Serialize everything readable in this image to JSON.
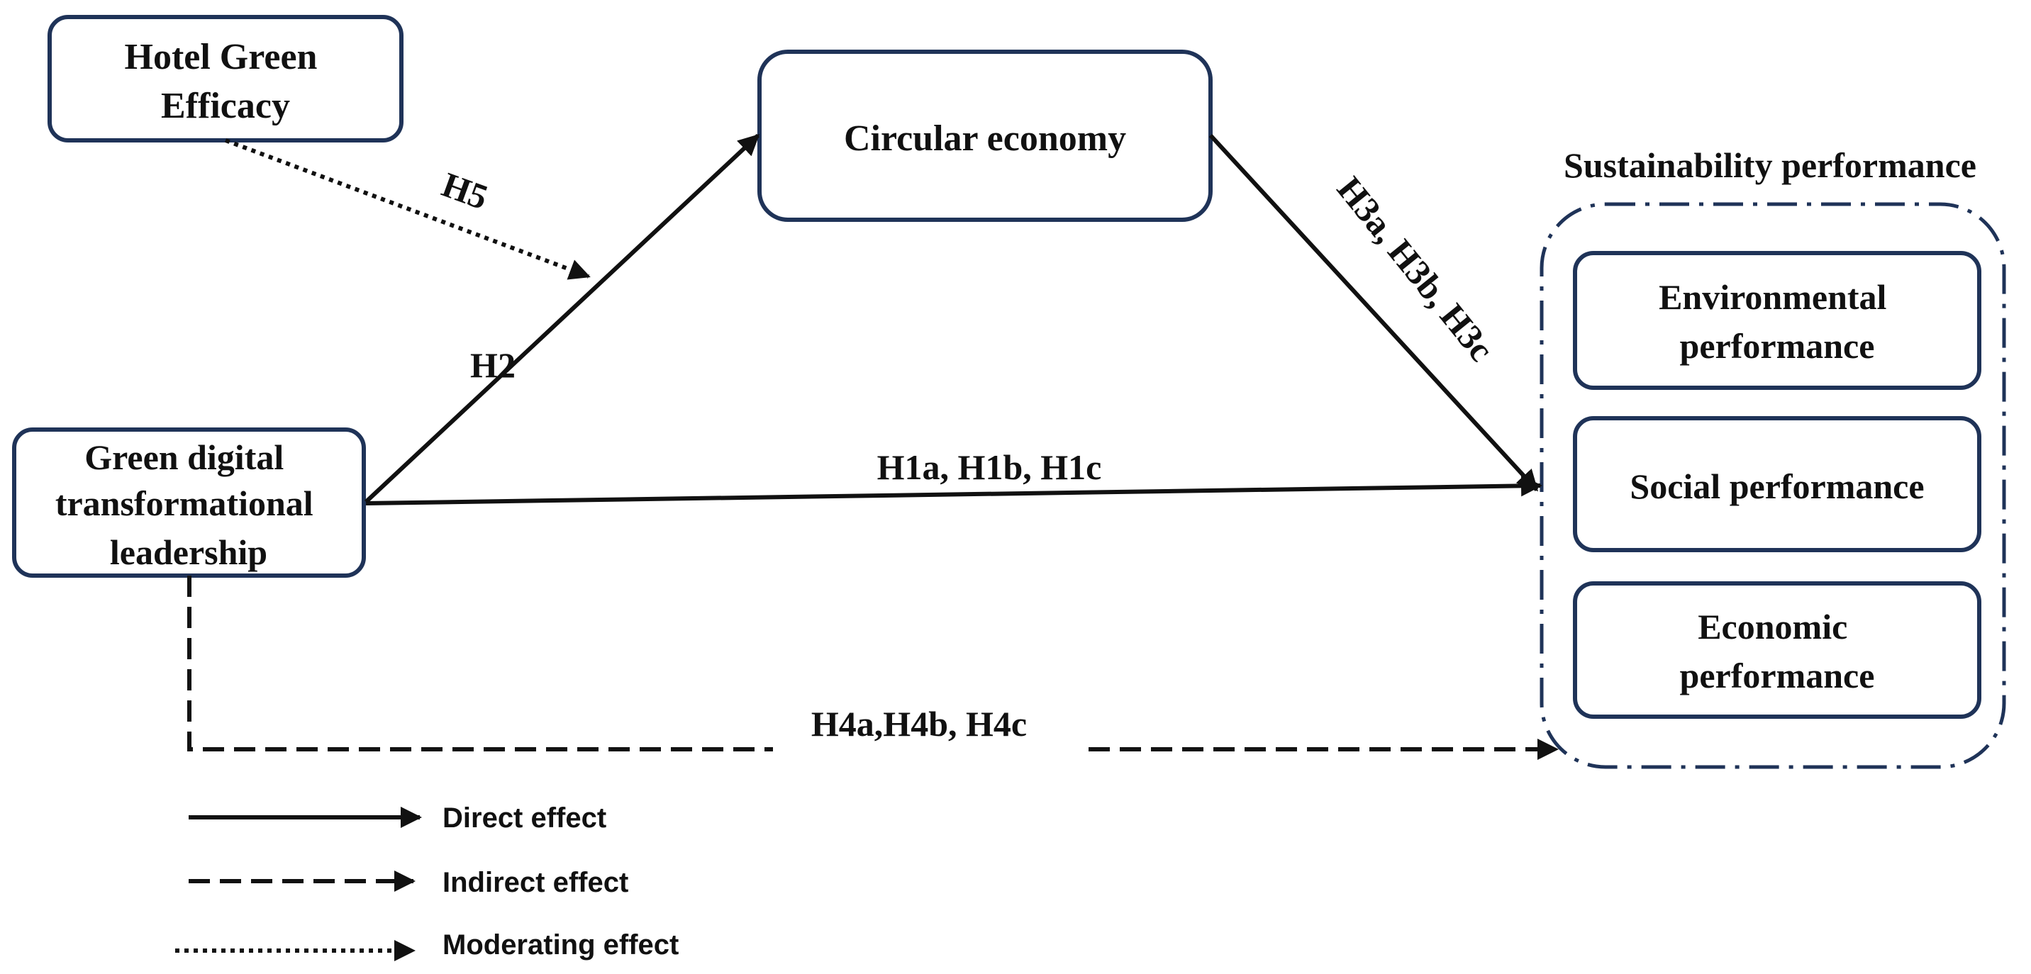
{
  "colors": {
    "node_border": "#1f3358",
    "arrow": "#111111",
    "text": "#111111"
  },
  "nodes": {
    "hotel_green_efficacy": [
      "Hotel Green",
      "Efficacy"
    ],
    "circular_economy": [
      "Circular economy"
    ],
    "green_digital_leadership": [
      "Green digital",
      "transformational",
      "leadership"
    ],
    "sustainability_group_title": "Sustainability performance",
    "environmental_performance": [
      "Environmental",
      "performance"
    ],
    "social_performance": [
      "Social performance"
    ],
    "economic_performance": [
      "Economic",
      "performance"
    ]
  },
  "paths": {
    "h5": "H5",
    "h2": "H2",
    "h3": "H3a, H3b, H3c",
    "h1": "H1a, H1b, H1c",
    "h4": "H4a,H4b, H4c"
  },
  "legend": {
    "direct": "Direct effect",
    "indirect": "Indirect effect",
    "moderating": "Moderating effect"
  }
}
